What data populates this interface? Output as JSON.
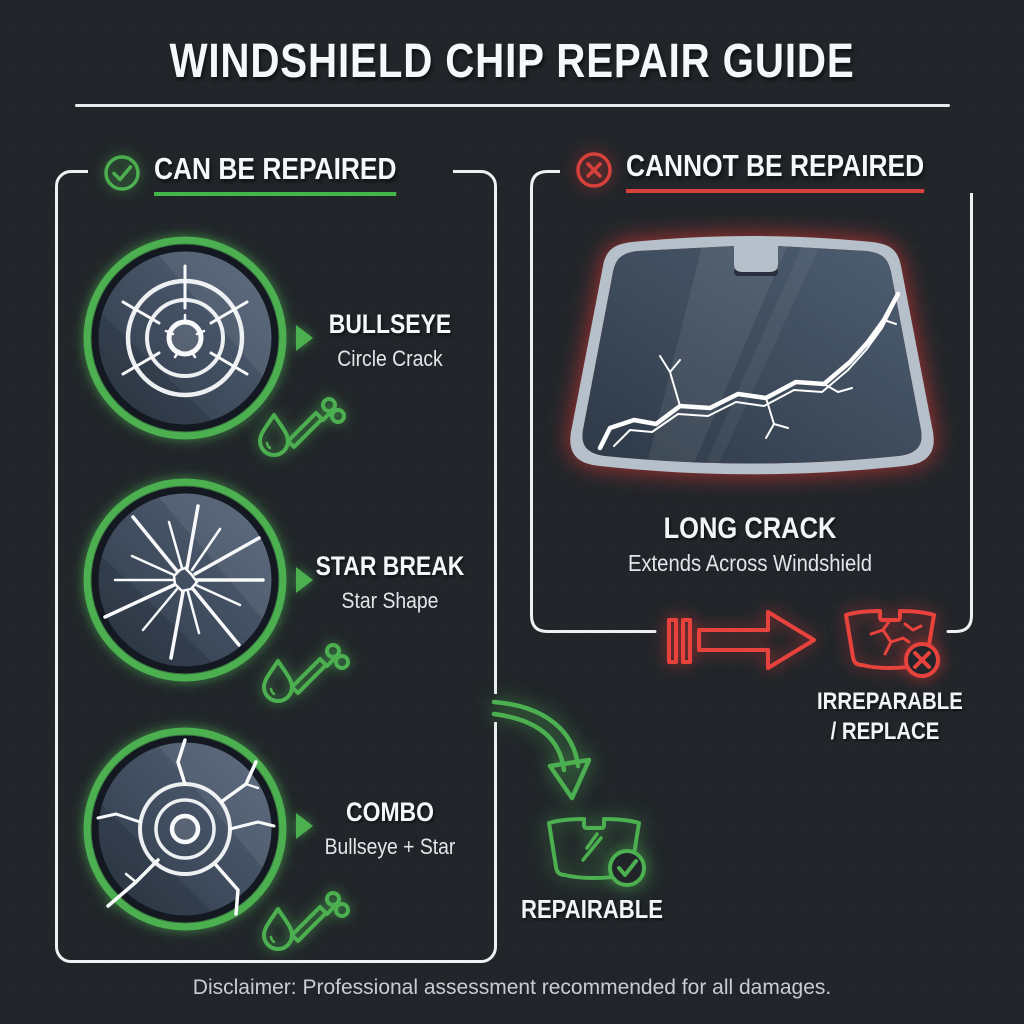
{
  "title": "WINDSHIELD CHIP REPAIR GUIDE",
  "left_panel": {
    "header": "CAN BE REPAIRED",
    "items": [
      {
        "name": "BULLSEYE",
        "desc": "Circle Crack"
      },
      {
        "name": "STAR BREAK",
        "desc": "Star Shape"
      },
      {
        "name": "COMBO",
        "desc": "Bullseye + Star"
      }
    ],
    "result": "REPAIRABLE"
  },
  "right_panel": {
    "header": "CANNOT BE REPAIRED",
    "damage": {
      "name": "LONG CRACK",
      "desc": "Extends Across Windshield"
    },
    "result_line1": "IRREPARABLE",
    "result_line2": "/ REPLACE"
  },
  "footer": {
    "disclaimer": "Disclaimer: Professional assessment recommended for all damages."
  },
  "icons": {
    "check-circle-icon": "green circled check mark",
    "x-circle-icon": "red circled X",
    "triangle-pointer-icon": "green right-pointing triangle",
    "resin-drop-icon": "green resin droplet outline",
    "squeegee-icon": "green repair squeegee tool outline",
    "cracked-windshield-graphic": "windshield with long crack, red glow",
    "flow-arrow-icon": "red outlined right arrow with speed bars",
    "irreparable-windshield-icon": "red cracked windshield outline with X badge",
    "curved-arrow-icon": "green curved down arrow",
    "repairable-windshield-icon": "green windshield outline with check badge"
  },
  "colors": {
    "background": "#212529",
    "accent_green": "#4caf50",
    "accent_red": "#e53935",
    "text": "#f5f7f8",
    "muted_text": "#c9cdd2",
    "glass": "#3d4856",
    "frame": "#b6c0ca",
    "border": "#eef0f2"
  }
}
